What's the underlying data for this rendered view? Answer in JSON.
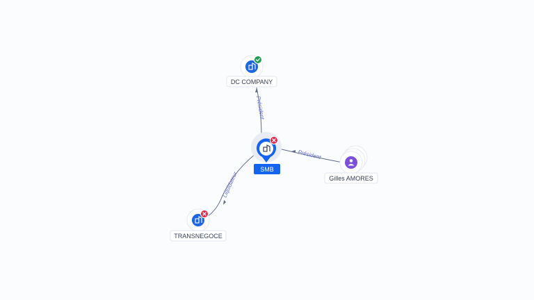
{
  "nodes": {
    "center": {
      "label": "SMB",
      "status": "inactive"
    },
    "dc_company": {
      "label": "DC COMPANY",
      "status": "active"
    },
    "gilles": {
      "label": "Gilles AMORES"
    },
    "transnegoce": {
      "label": "TRANSNEGOCE",
      "status": "inactive"
    }
  },
  "edges": {
    "dc_company": {
      "label": "Président"
    },
    "gilles": {
      "label": "Président"
    },
    "transnegoce": {
      "label": "Liquidateur"
    }
  },
  "colors": {
    "company": "#1e66e0",
    "person": "#7b4fd9",
    "active_badge": "#1f9d55",
    "inactive_badge": "#e0264a",
    "center_label_bg": "#1464f0",
    "edge_label": "#6a6fd8"
  },
  "icons": {
    "company": "building-icon",
    "person": "person-icon",
    "active": "check-icon",
    "inactive": "close-icon"
  }
}
